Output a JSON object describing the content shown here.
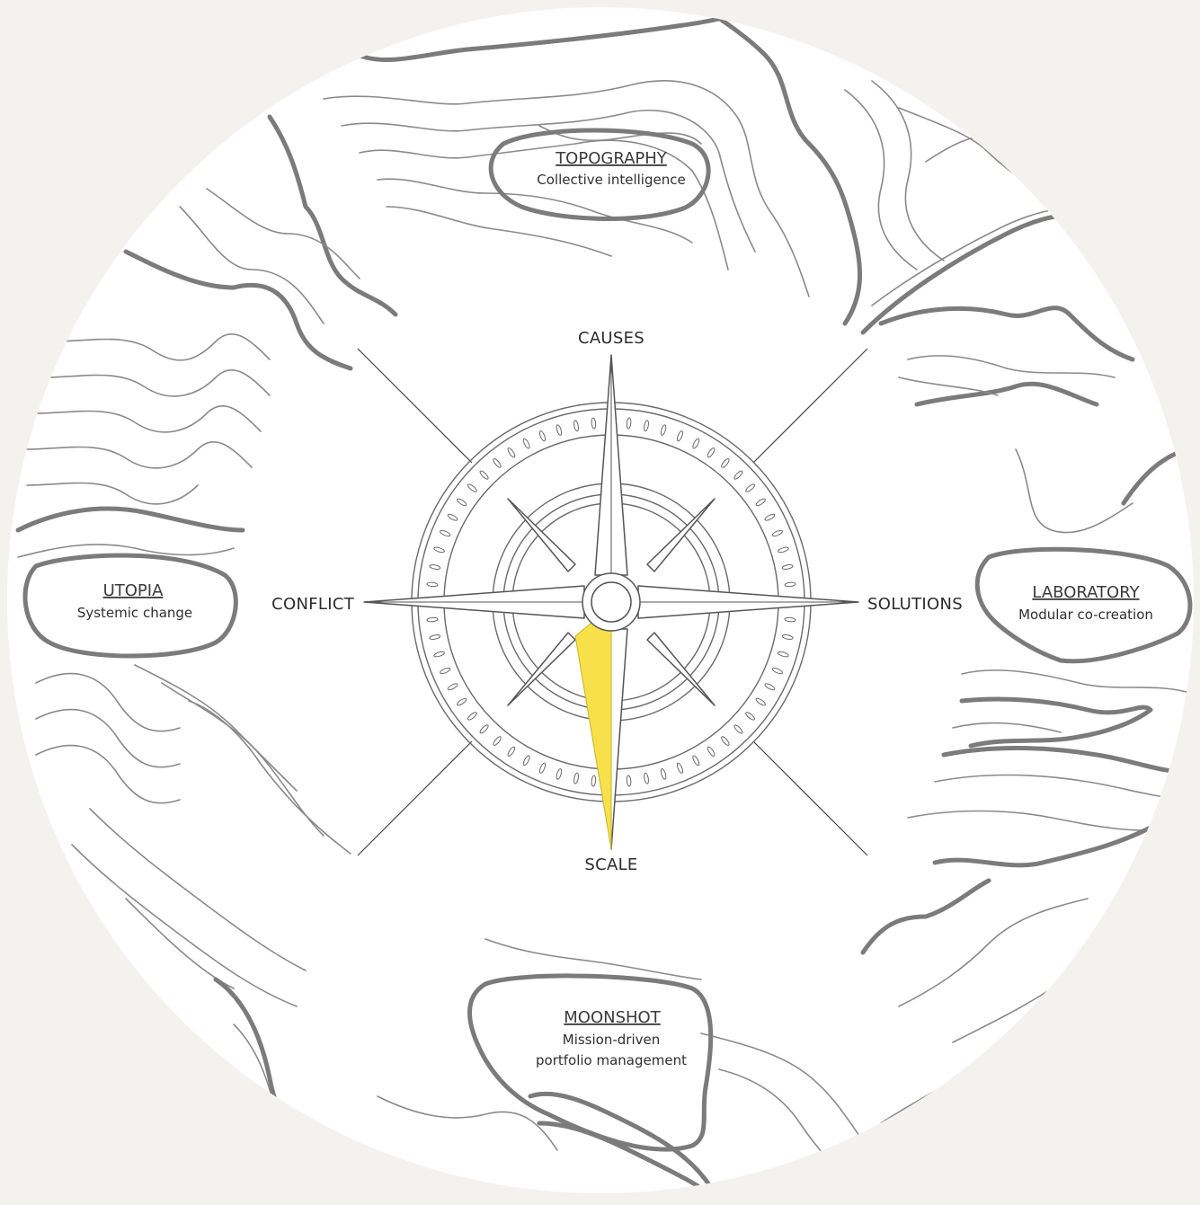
{
  "compass": {
    "directions": {
      "north": "CAUSES",
      "south": "SCALE",
      "east": "SOLUTIONS",
      "west": "CONFLICT"
    },
    "needle_color": "#f7e04a",
    "needle_points_to": "SCALE"
  },
  "regions": {
    "topography": {
      "title": "TOPOGRAPHY",
      "subtitle": "Collective intelligence"
    },
    "utopia": {
      "title": "UTOPIA",
      "subtitle": "Systemic change"
    },
    "laboratory": {
      "title": "LABORATORY",
      "subtitle": "Modular co-creation"
    },
    "moonshot": {
      "title": "MOONSHOT",
      "subtitle_line1": "Mission-driven",
      "subtitle_line2": "portfolio management"
    }
  },
  "colors": {
    "background": "#f3f2ee",
    "map_circle": "#ffffff",
    "contour_lines": "#7b7b7b",
    "highlight": "#f7e04a"
  }
}
